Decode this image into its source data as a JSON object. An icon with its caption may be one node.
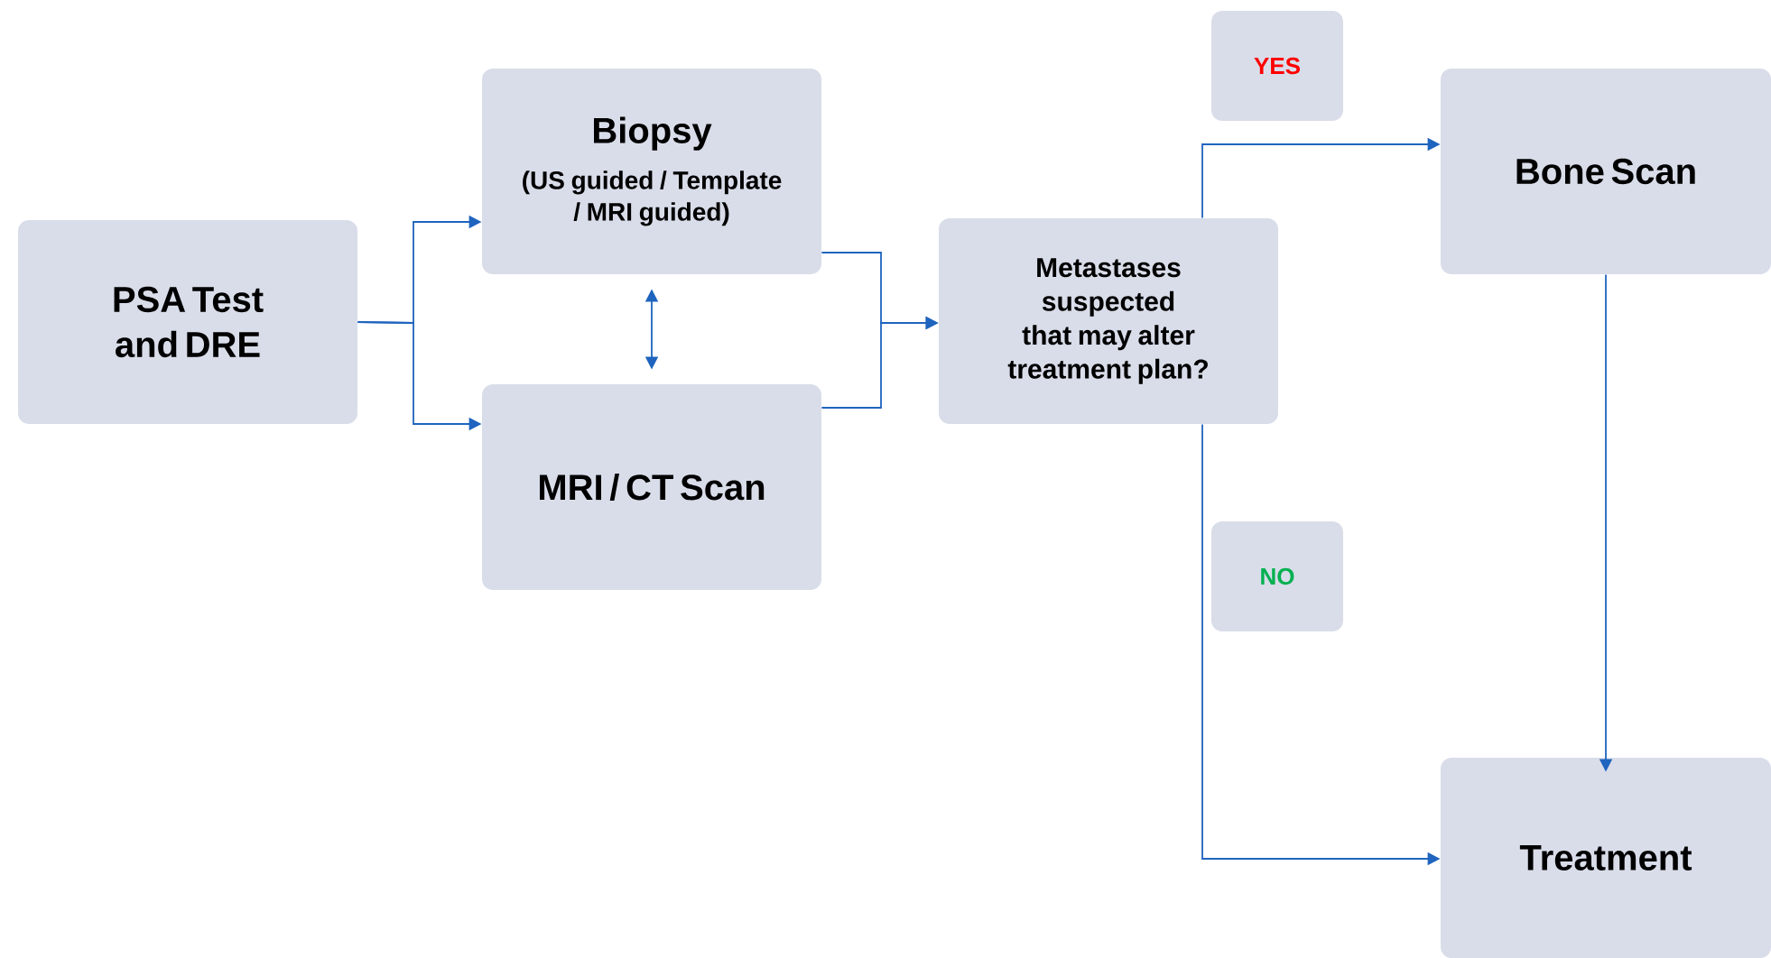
{
  "diagram": {
    "nodes": [
      {
        "text": [
          "PSA Test and DRE"
        ]
      },
      {
        "text": [
          "Biopsy",
          "(US guided / Template / MRI guided)"
        ]
      },
      {
        "text": [
          "MRI / CT Scan"
        ]
      },
      {
        "text": [
          "Metastases suspected that may alter treatment plan?"
        ]
      },
      {
        "text": [
          "YES"
        ]
      },
      {
        "text": [
          "Bone Scan"
        ]
      },
      {
        "text": [
          "NO"
        ]
      },
      {
        "text": [
          "Treatment"
        ]
      }
    ],
    "edges": [
      {
        "from": 0,
        "to": 1,
        "arrow": "to"
      },
      {
        "from": 0,
        "to": 2,
        "arrow": "to"
      },
      {
        "from": 1,
        "to": 2,
        "arrow": "both"
      },
      {
        "from": 1,
        "to": 3,
        "arrow": "to"
      },
      {
        "from": 2,
        "to": 3,
        "arrow": "to"
      },
      {
        "from": 3,
        "to": 5,
        "arrow": "to"
      },
      {
        "from": 3,
        "to": 7,
        "arrow": "to"
      },
      {
        "from": 5,
        "to": 7,
        "arrow": "to"
      }
    ]
  }
}
